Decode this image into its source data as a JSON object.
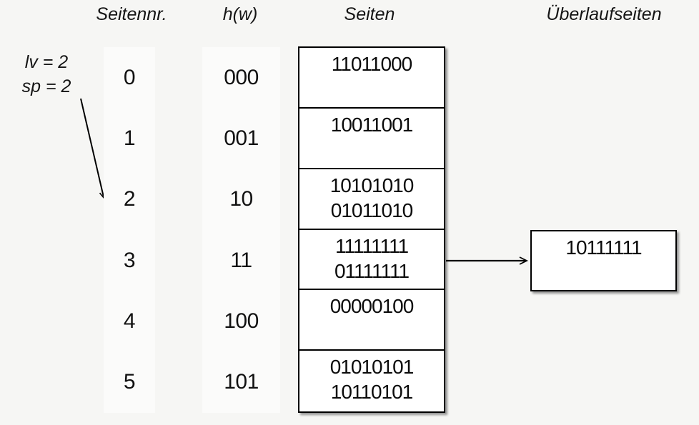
{
  "headers": {
    "seitennr": "Seitennr.",
    "hw": "h(w)",
    "seiten": "Seiten",
    "ueberlaufseiten": "Überlaufseiten"
  },
  "annotation": {
    "line1": "lv = 2",
    "line2": "sp = 2"
  },
  "hash_table": {
    "rows": [
      {
        "page_nr": "0",
        "hash": "000",
        "entries": [
          "11011000"
        ]
      },
      {
        "page_nr": "1",
        "hash": "001",
        "entries": [
          "10011001"
        ]
      },
      {
        "page_nr": "2",
        "hash": "10",
        "entries": [
          "10101010",
          "01011010"
        ]
      },
      {
        "page_nr": "3",
        "hash": "11",
        "entries": [
          "11111111",
          "01111111"
        ]
      },
      {
        "page_nr": "4",
        "hash": "100",
        "entries": [
          "00000100"
        ]
      },
      {
        "page_nr": "5",
        "hash": "101",
        "entries": [
          "01010101",
          "10110101"
        ]
      }
    ]
  },
  "overflow_page": {
    "entries": [
      "10111111"
    ],
    "attached_to_page": "3"
  },
  "colors": {
    "background": "#f6f6f4",
    "strip": "#fbfbfa",
    "cell": "#ffffff",
    "line": "#000000"
  }
}
